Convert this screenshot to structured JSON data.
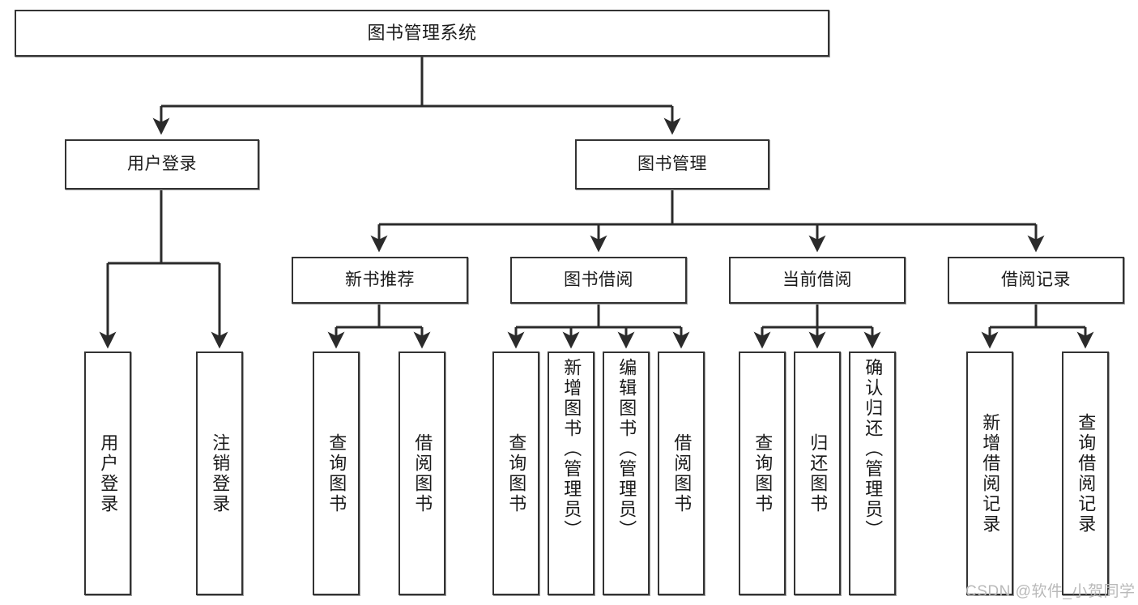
{
  "diagram": {
    "title": "图书管理系统",
    "type": "tree-hierarchy",
    "orientation": "top-down",
    "colors": {
      "node_border": "#333333",
      "node_fill": "#ffffff",
      "connector": "#2b2b2b",
      "text": "#1a1a1a",
      "watermark": "#b9b9b9"
    }
  },
  "nodes": {
    "root": {
      "label": "图书管理系统"
    },
    "level2": [
      {
        "label": "用户登录"
      },
      {
        "label": "图书管理"
      }
    ],
    "level3": [
      {
        "label": "新书推荐"
      },
      {
        "label": "图书借阅"
      },
      {
        "label": "当前借阅"
      },
      {
        "label": "借阅记录"
      }
    ],
    "leaves": {
      "user_login": [
        {
          "label": "用户登录"
        },
        {
          "label": "注销登录"
        }
      ],
      "new_book_recommend": [
        {
          "label": "查询图书"
        },
        {
          "label": "借阅图书"
        }
      ],
      "book_borrow": [
        {
          "label": "查询图书"
        },
        {
          "label": "新增图书（管理员）"
        },
        {
          "label": "编辑图书（管理员）"
        },
        {
          "label": "借阅图书"
        }
      ],
      "current_borrow": [
        {
          "label": "查询图书"
        },
        {
          "label": "归还图书"
        },
        {
          "label": "确认归还（管理员）"
        }
      ],
      "borrow_record": [
        {
          "label": "新增借阅记录"
        },
        {
          "label": "查询借阅记录"
        }
      ]
    }
  },
  "watermark": {
    "text": "CSDN @软件_小贺同学"
  }
}
